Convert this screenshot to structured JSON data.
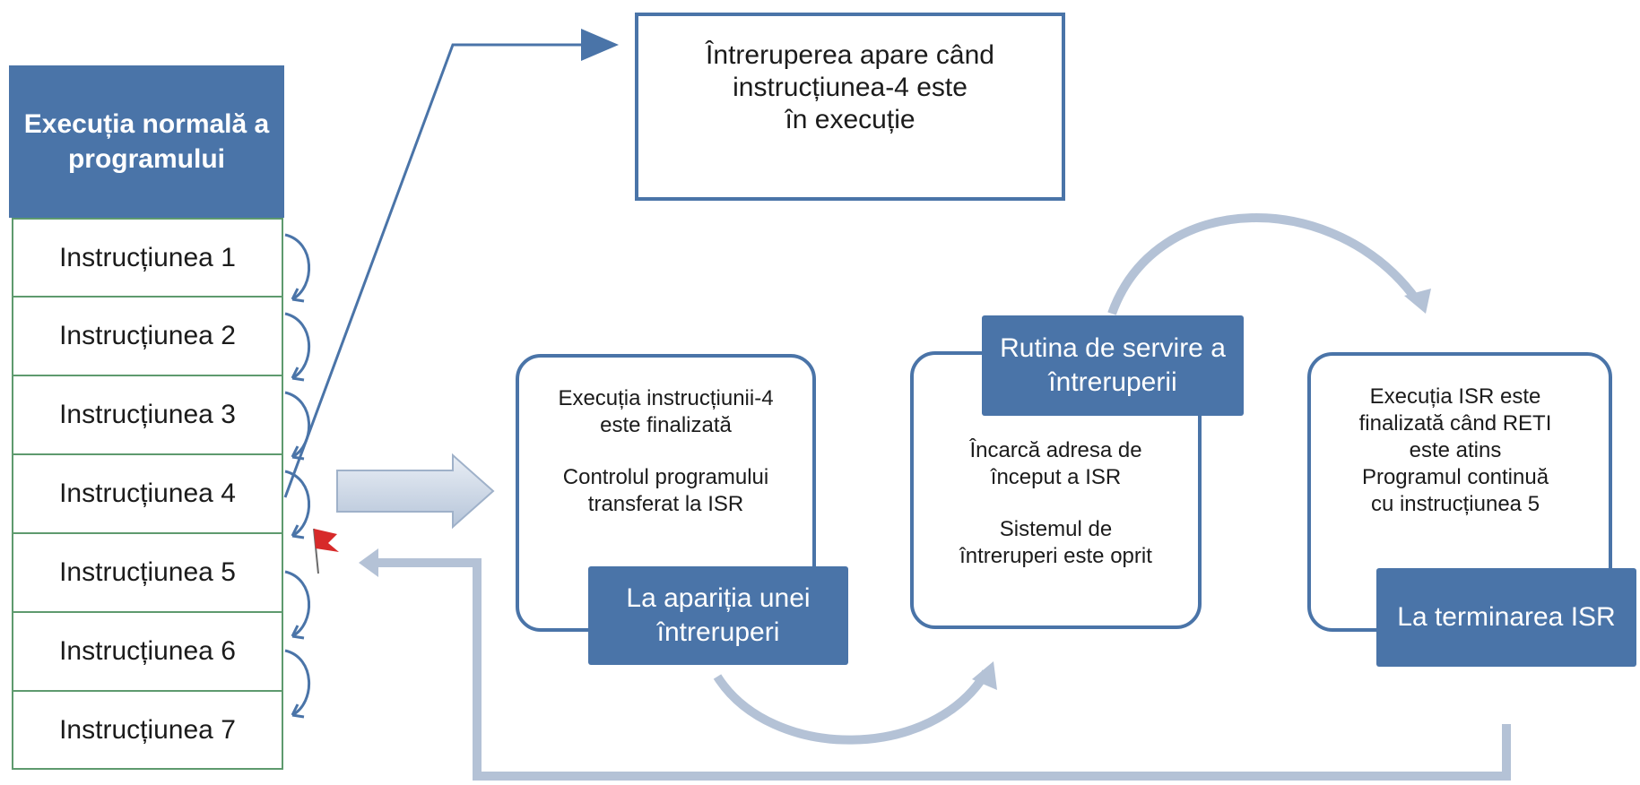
{
  "program": {
    "header": "Execuția normală a programului",
    "instructions": [
      "Instrucțiunea 1",
      "Instrucțiunea 2",
      "Instrucțiunea 3",
      "Instrucțiunea 4",
      "Instrucțiunea 5",
      "Instrucțiunea 6",
      "Instrucțiunea 7"
    ]
  },
  "callout": {
    "line1": "Întreruperea apare când",
    "line2": "instrucțiunea-4 este",
    "line3": "în execuție"
  },
  "stages": [
    {
      "label": "La apariția unei întreruperi",
      "text": [
        "Execuția instrucțiunii-4",
        "este finalizată",
        "",
        "Controlul programului",
        "transferat la ISR"
      ]
    },
    {
      "label": "Rutina de servire a întreruperii",
      "text": [
        "Încarcă adresa de",
        "început a ISR",
        "",
        "Sistemul de",
        "întreruperi este oprit"
      ]
    },
    {
      "label": "La terminarea ISR",
      "text": [
        "Execuția ISR este",
        "finalizată când RETI",
        "este atins",
        "Programul continuă",
        "cu instrucțiunea 5"
      ]
    }
  ],
  "colors": {
    "header_blue": "#4a74a8",
    "arrow_gray": "#b4c2d6",
    "instr_border": "#5e9a6e",
    "flag": "#d72a2a"
  }
}
